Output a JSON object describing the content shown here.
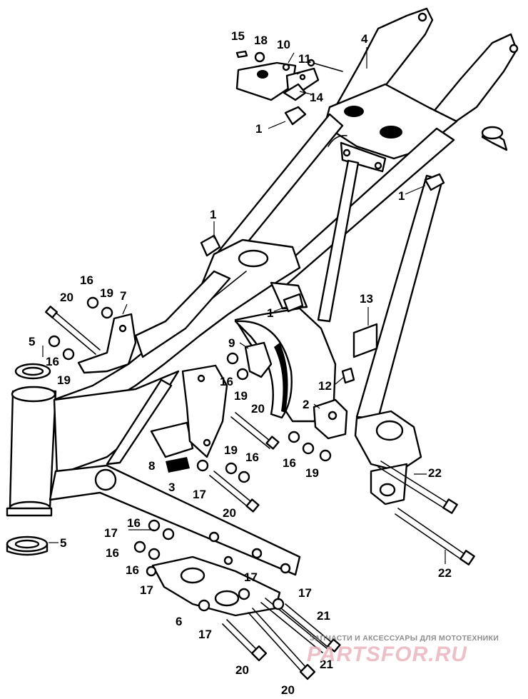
{
  "diagram": {
    "callouts": {
      "c15": "15",
      "c18": "18",
      "c10": "10",
      "c11": "11",
      "c14": "14",
      "c4": "4",
      "c1a": "1",
      "c1b": "1",
      "c1c": "1",
      "c1d": "1",
      "c16a": "16",
      "c19a": "19",
      "c7": "7",
      "c20a": "20",
      "c5a": "5",
      "c16b": "16",
      "c19b": "19",
      "c9": "9",
      "c16c": "16",
      "c19c": "19",
      "c13": "13",
      "c12": "12",
      "c2": "2",
      "c20b": "20",
      "c8": "8",
      "c3": "3",
      "c17a": "17",
      "c19d": "19",
      "c16d": "16",
      "c20c": "20",
      "c16e": "16",
      "c19e": "19",
      "c22a": "22",
      "c22b": "22",
      "c16f": "16",
      "c17b": "17",
      "c16g": "16",
      "c16h": "16",
      "c17c": "17",
      "c5b": "5",
      "c17d": "17",
      "c17e": "17",
      "c6": "6",
      "c17f": "17",
      "c21a": "21",
      "c21b": "21",
      "c20d": "20",
      "c20e": "20"
    }
  },
  "watermark": {
    "tagline": "ЗАПЧАСТИ И АКСЕССУАРЫ ДЛЯ МОТОТЕХНИКИ",
    "brand": "PARTSFOR.RU"
  }
}
